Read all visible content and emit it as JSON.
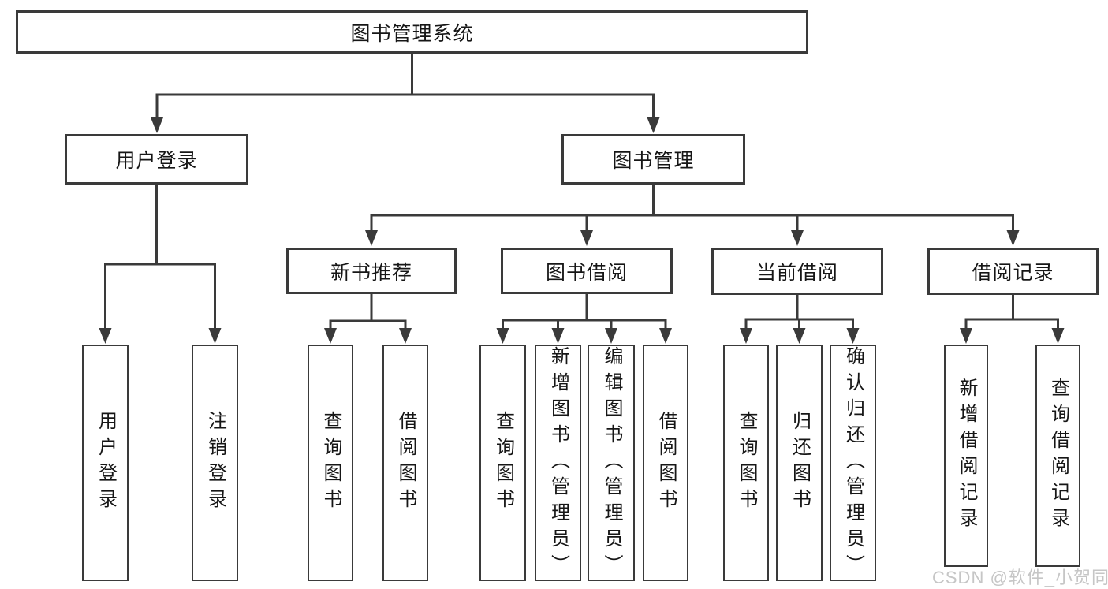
{
  "diagram": {
    "title": "图书管理系统",
    "root": {
      "label": "图书管理系统"
    },
    "branches": {
      "user_login": {
        "label": "用户登录",
        "children": {
          "login": {
            "label": "用户登录"
          },
          "logout": {
            "label": "注销登录"
          }
        }
      },
      "book_mgmt": {
        "label": "图书管理",
        "children": {
          "new_book_rec": {
            "label": "新书推荐",
            "children": {
              "query_book": {
                "label": "查询图书"
              },
              "borrow_book": {
                "label": "借阅图书"
              }
            }
          },
          "book_borrow": {
            "label": "图书借阅",
            "children": {
              "query_book": {
                "label": "查询图书"
              },
              "add_book": {
                "label": "新增图书（管理员）"
              },
              "edit_book": {
                "label": "编辑图书（管理员）"
              },
              "borrow_book": {
                "label": "借阅图书"
              }
            }
          },
          "current_borrow": {
            "label": "当前借阅",
            "children": {
              "query_book": {
                "label": "查询图书"
              },
              "return_book": {
                "label": "归还图书"
              },
              "confirm_return": {
                "label": "确认归还（管理员）"
              }
            }
          },
          "borrow_records": {
            "label": "借阅记录",
            "children": {
              "add_record": {
                "label": "新增借阅记录"
              },
              "query_record": {
                "label": "查询借阅记录"
              }
            }
          }
        }
      }
    }
  },
  "watermark": {
    "text": "CSDN @软件_小贺同学"
  },
  "colors": {
    "line": "#3a3a3a",
    "box_border": "#3a3a3a",
    "text": "#161616",
    "background": "#ffffff",
    "watermark": "#c6c6c6"
  }
}
